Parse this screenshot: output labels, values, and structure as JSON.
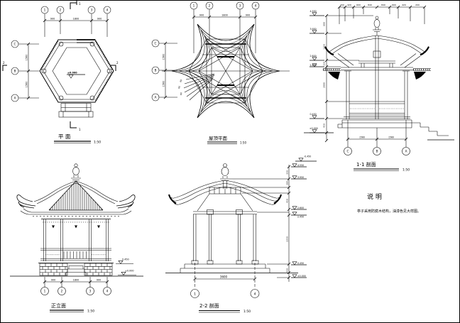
{
  "plan": {
    "title": "平 面",
    "scale": "1:50",
    "grid_top": [
      "1",
      "2",
      "3",
      "4"
    ],
    "grid_left": [
      "C",
      "B",
      "A"
    ],
    "dims_top": [
      "900",
      "1800",
      "900"
    ],
    "dims_left": [
      "1560",
      "1560"
    ],
    "section_mark_v": "1",
    "section_mark_h": "2",
    "spot_level": "±0.000"
  },
  "roof": {
    "title": "屋顶平面",
    "scale": "1:50",
    "grid_top": [
      "1",
      "2",
      "3",
      "4"
    ],
    "grid_left": [
      "C",
      "B",
      "A"
    ],
    "dims_top": [
      "900",
      "1800",
      "900"
    ],
    "dims_left": [
      "1560",
      "1560"
    ],
    "rafter_labels": [
      "60",
      "60",
      "60"
    ]
  },
  "section11": {
    "title": "1-1 剖面",
    "scale": "1:50",
    "grid": [
      "C",
      "B",
      "A"
    ],
    "dims_bottom": [
      "1560",
      "1560"
    ],
    "dims_top": [
      "200",
      "420",
      "600",
      "840",
      "840",
      "600",
      "420",
      "200"
    ],
    "levels": [
      "4.550",
      "3.950",
      "2.600",
      "2.450",
      "0.450",
      "±0.000"
    ],
    "chain_dims": [
      "600",
      "1350",
      "150",
      "2000",
      "450"
    ],
    "site_level": "-0.450"
  },
  "elevation": {
    "title": "正立面",
    "scale": "1:50",
    "grid": [
      "1",
      "2",
      "3",
      "4"
    ],
    "dims": [
      "900",
      "1800",
      "900"
    ],
    "levels": [
      "0.450",
      "±0.000"
    ]
  },
  "section22": {
    "title": "2-2 剖面",
    "scale": "1:50",
    "grid": [
      "1",
      "4"
    ],
    "dim_total": "3600",
    "levels": [
      "4.550",
      "3.950",
      "2.600",
      "2.450",
      "0.450",
      "±0.000"
    ],
    "chain_dims": [
      "350",
      "300",
      "450",
      "2250",
      "450"
    ]
  },
  "notes": {
    "heading": "说  明",
    "body": "亭子采用防腐木结构，油漆色见大样图。"
  }
}
